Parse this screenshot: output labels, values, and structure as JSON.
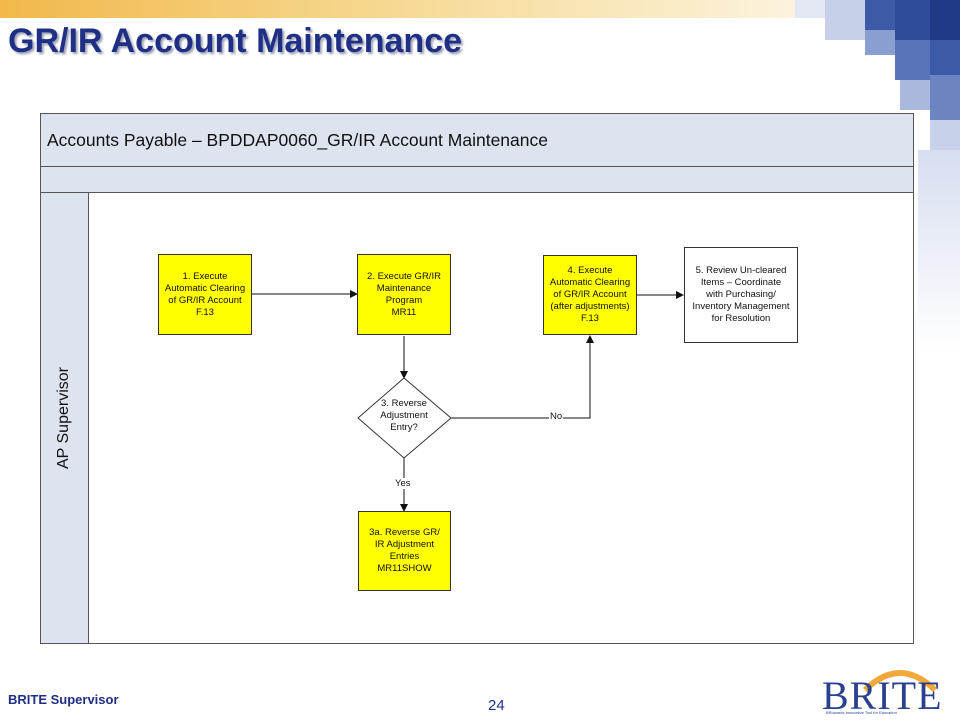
{
  "slide": {
    "title": "GR/IR Account Maintenance",
    "footer_left": "BRITE Supervisor",
    "page_number": "24"
  },
  "logo": {
    "text": "BRITE",
    "tagline": "BRowards Innovative Tool for Education"
  },
  "diagram": {
    "pool_title": "Accounts Payable – BPDDAP0060_GR/IR Account Maintenance",
    "lane_label": "AP Supervisor",
    "steps": {
      "step1": "1.  Execute\nAutomatic Clearing\nof GR/IR Account\nF.13",
      "step2": "2.  Execute GR/IR\nMaintenance\nProgram\nMR11",
      "step3": "3. Reverse\nAdjustment\nEntry?",
      "step3a": "3a.  Reverse GR/\nIR Adjustment\nEntries\nMR11SHOW",
      "step4": "4.  Execute\nAutomatic Clearing\nof GR/IR Account\n(after adjustments)\nF.13",
      "step5": "5. Review Un-cleared\nItems – Coordinate\nwith Purchasing/\nInventory Management\nfor Resolution"
    },
    "edge_labels": {
      "no": "No",
      "yes": "Yes"
    }
  },
  "colors": {
    "title_blue": "#1f2f86",
    "lane_fill": "#dde4f0",
    "step_yellow": "#ffff00",
    "header_gold": "#f2b84b"
  }
}
